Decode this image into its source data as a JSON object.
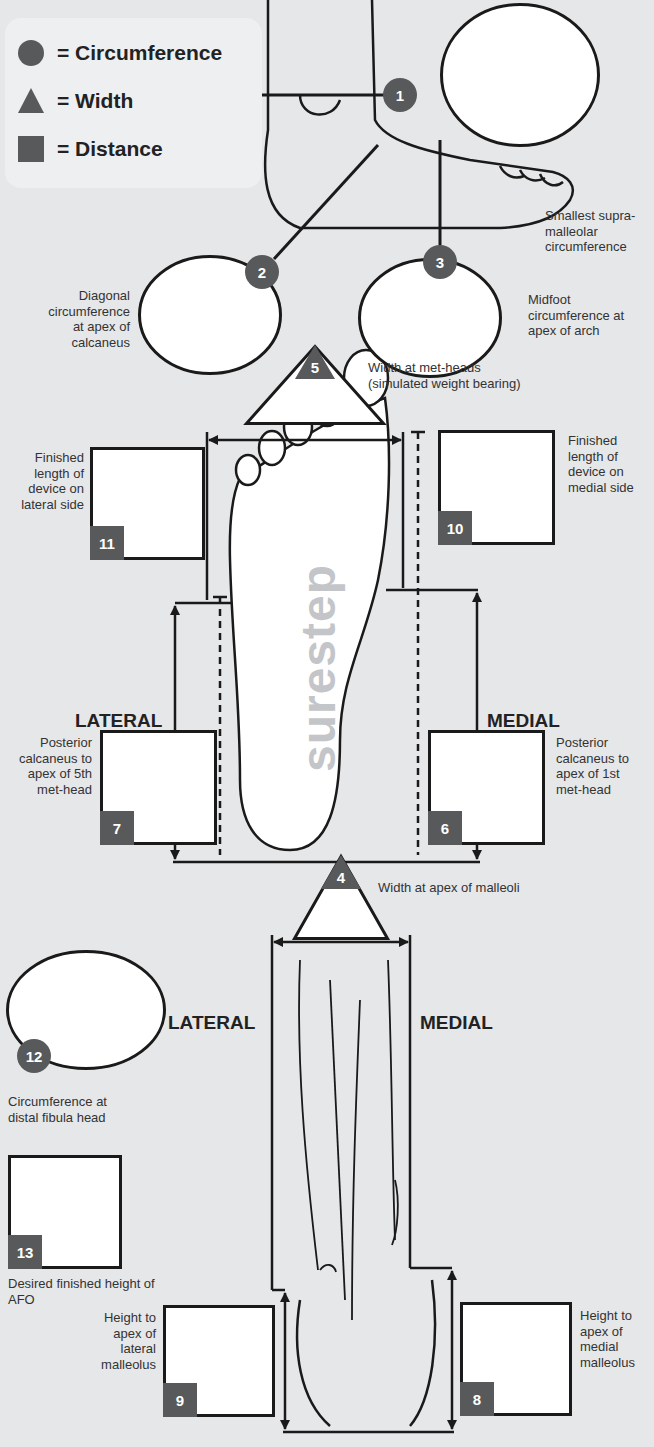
{
  "diagram": {
    "nodes": [
      {
        "text": [
          "1",
          "Smallest supra-malleolar circumference"
        ]
      },
      {
        "text": [
          "2",
          "Diagonal circumference at apex of calcaneus"
        ]
      },
      {
        "text": [
          "3",
          "Midfoot circumference at apex of arch"
        ]
      },
      {
        "text": [
          "5",
          "Width at met-heads (simulated weight bearing)"
        ]
      },
      {
        "text": [
          "11",
          "Finished length of device on lateral side"
        ]
      },
      {
        "text": [
          "10",
          "Finished length of device on medial side"
        ]
      },
      {
        "text": [
          "7",
          "Posterior calcaneus to apex of 5th met-head"
        ]
      },
      {
        "text": [
          "6",
          "Posterior calcaneus to apex of 1st met-head"
        ]
      },
      {
        "text": [
          "12",
          "Circumference at distal fibula head"
        ]
      },
      {
        "text": [
          "4",
          "Width at apex of malleoli"
        ]
      },
      {
        "text": [
          "13",
          "Desired finished height of AFO"
        ]
      },
      {
        "text": [
          "9",
          "Height to apex of lateral malleolus"
        ]
      },
      {
        "text": [
          "8",
          "Height to apex of medial malleolus"
        ]
      }
    ],
    "labels": [
      "LATERAL",
      "MEDIAL",
      "surestep",
      "LATERAL",
      "MEDIAL"
    ],
    "legend": [
      {
        "text": "= Circumference"
      },
      {
        "text": "= Width"
      },
      {
        "text": "= Distance"
      }
    ]
  }
}
